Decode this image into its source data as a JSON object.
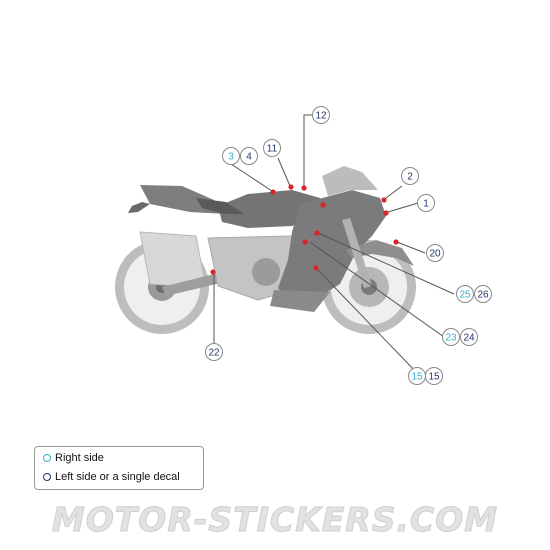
{
  "colors": {
    "right_side": "#3ab0c8",
    "left_side": "#23346b",
    "marker": "#d8242b",
    "leader": "#555555",
    "bike_body": "#8c8c8c",
    "bike_light": "#cfcfcf"
  },
  "callouts": [
    {
      "id": "c12",
      "label": "12",
      "side": "left"
    },
    {
      "id": "c11",
      "label": "11",
      "side": "left"
    },
    {
      "id": "c3",
      "label": "3",
      "side": "right"
    },
    {
      "id": "c4",
      "label": "4",
      "side": "left"
    },
    {
      "id": "c2",
      "label": "2",
      "side": "left"
    },
    {
      "id": "c1",
      "label": "1",
      "side": "left"
    },
    {
      "id": "c20",
      "label": "20",
      "side": "left"
    },
    {
      "id": "c25",
      "label": "25",
      "side": "right"
    },
    {
      "id": "c26",
      "label": "26",
      "side": "left"
    },
    {
      "id": "c23",
      "label": "23",
      "side": "right"
    },
    {
      "id": "c24",
      "label": "24",
      "side": "left"
    },
    {
      "id": "c15r",
      "label": "15",
      "side": "right"
    },
    {
      "id": "c15l",
      "label": "15",
      "side": "left"
    },
    {
      "id": "c22",
      "label": "22",
      "side": "left"
    }
  ],
  "legend": {
    "right_label": "Right side",
    "left_label": "Left side or a single decal"
  },
  "watermark": "MOTOR-STICKERS.COM"
}
